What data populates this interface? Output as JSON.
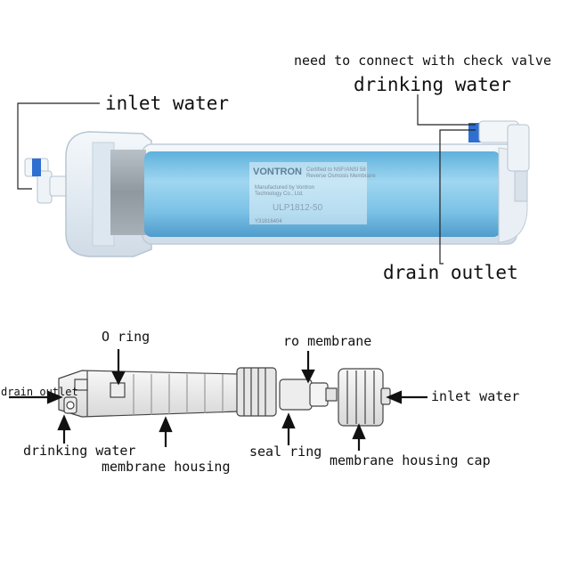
{
  "top_diagram": {
    "inlet_water": "inlet water",
    "check_valve_note": "need to connect with check valve",
    "drinking_water": "drinking water",
    "drain_outlet": "drain outlet",
    "brand": "VONTRON",
    "model": "ULP1812-50",
    "serial": "Y31816404",
    "small_text_1": "Certified to NSF/ANSI 58",
    "small_text_2": "Reverse Osmosis Membrane",
    "small_text_3": "Manufactured by Vontron",
    "small_text_4": "Technology Co., Ltd."
  },
  "bottom_diagram": {
    "o_ring": "O ring",
    "ro_membrane": "ro membrane",
    "drain_outlet": "drain outlet",
    "inlet_water": "inlet water",
    "drinking_water": "drinking water",
    "membrane_housing": "membrane housing",
    "seal_ring": "seal ring",
    "membrane_housing_cap": "membrane housing cap"
  },
  "colors": {
    "membrane_blue": "#7fc4e6",
    "housing": "#eef3f7",
    "line": "#222222",
    "fitting_blue": "#2f6fd1"
  }
}
